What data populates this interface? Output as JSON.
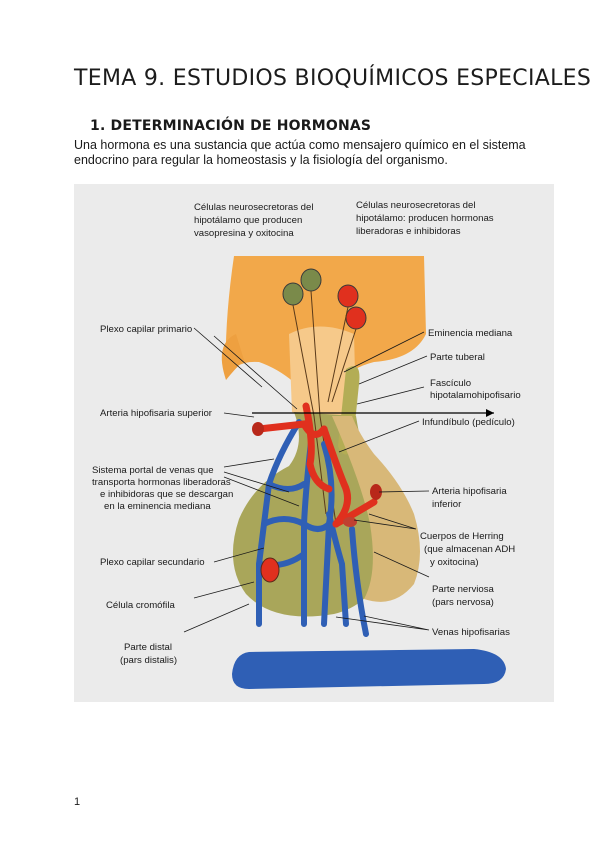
{
  "document": {
    "title": "TEMA 9. ESTUDIOS BIOQUÍMICOS ESPECIALES",
    "section_heading": "1.  DETERMINACIÓN DE HORMONAS",
    "paragraph_lines": [
      "Una hormona es una sustancia que actúa como mensajero químico en el sistema",
      "endocrino para regular la homeostasis y la fisiología del organismo."
    ],
    "page_number": "1"
  },
  "figure": {
    "labels": {
      "top_left_1": "Células neurosecretoras del",
      "top_left_2": "hipotálamo que producen",
      "top_left_3": "vasopresina y oxitocina",
      "top_right_1": "Células neurosecretoras del",
      "top_right_2": "hipotálamo: producen hormonas",
      "top_right_3": "liberadoras e inhibidoras",
      "plexo_primario": "Plexo capilar primario",
      "arteria_sup": "Arteria hipofisaria superior",
      "portal_1": "Sistema portal de venas que",
      "portal_2": "transporta hormonas liberadoras",
      "portal_3": "e inhibidoras que se descargan",
      "portal_4": "en la eminencia mediana",
      "plexo_secundario": "Plexo capilar secundario",
      "cromofila": "Célula cromófila",
      "distal_1": "Parte distal",
      "distal_2": "(pars distalis)",
      "eminencia": "Eminencia mediana",
      "tuberal": "Parte tuberal",
      "fasciculo_1": "Fascículo",
      "fasciculo_2": "hipotalamohipofisario",
      "infundibulo": "Infundíbulo (pedículo)",
      "arteria_inf_1": "Arteria hipofisaria",
      "arteria_inf_2": "inferior",
      "herring_1": "Cuerpos de Herring",
      "herring_2": "(que almacenan ADH",
      "herring_3": "y oxitocina)",
      "nerviosa_1": "Parte nerviosa",
      "nerviosa_2": "(pars nervosa)",
      "venas": "Venas hipofisarias"
    },
    "colors": {
      "hypothalamus": "#f2a84a",
      "anterior_lobe": "#a9a65a",
      "artery": "#e0301e",
      "vein": "#2f5fb5",
      "posterior_lobe": "#d8b878"
    }
  }
}
